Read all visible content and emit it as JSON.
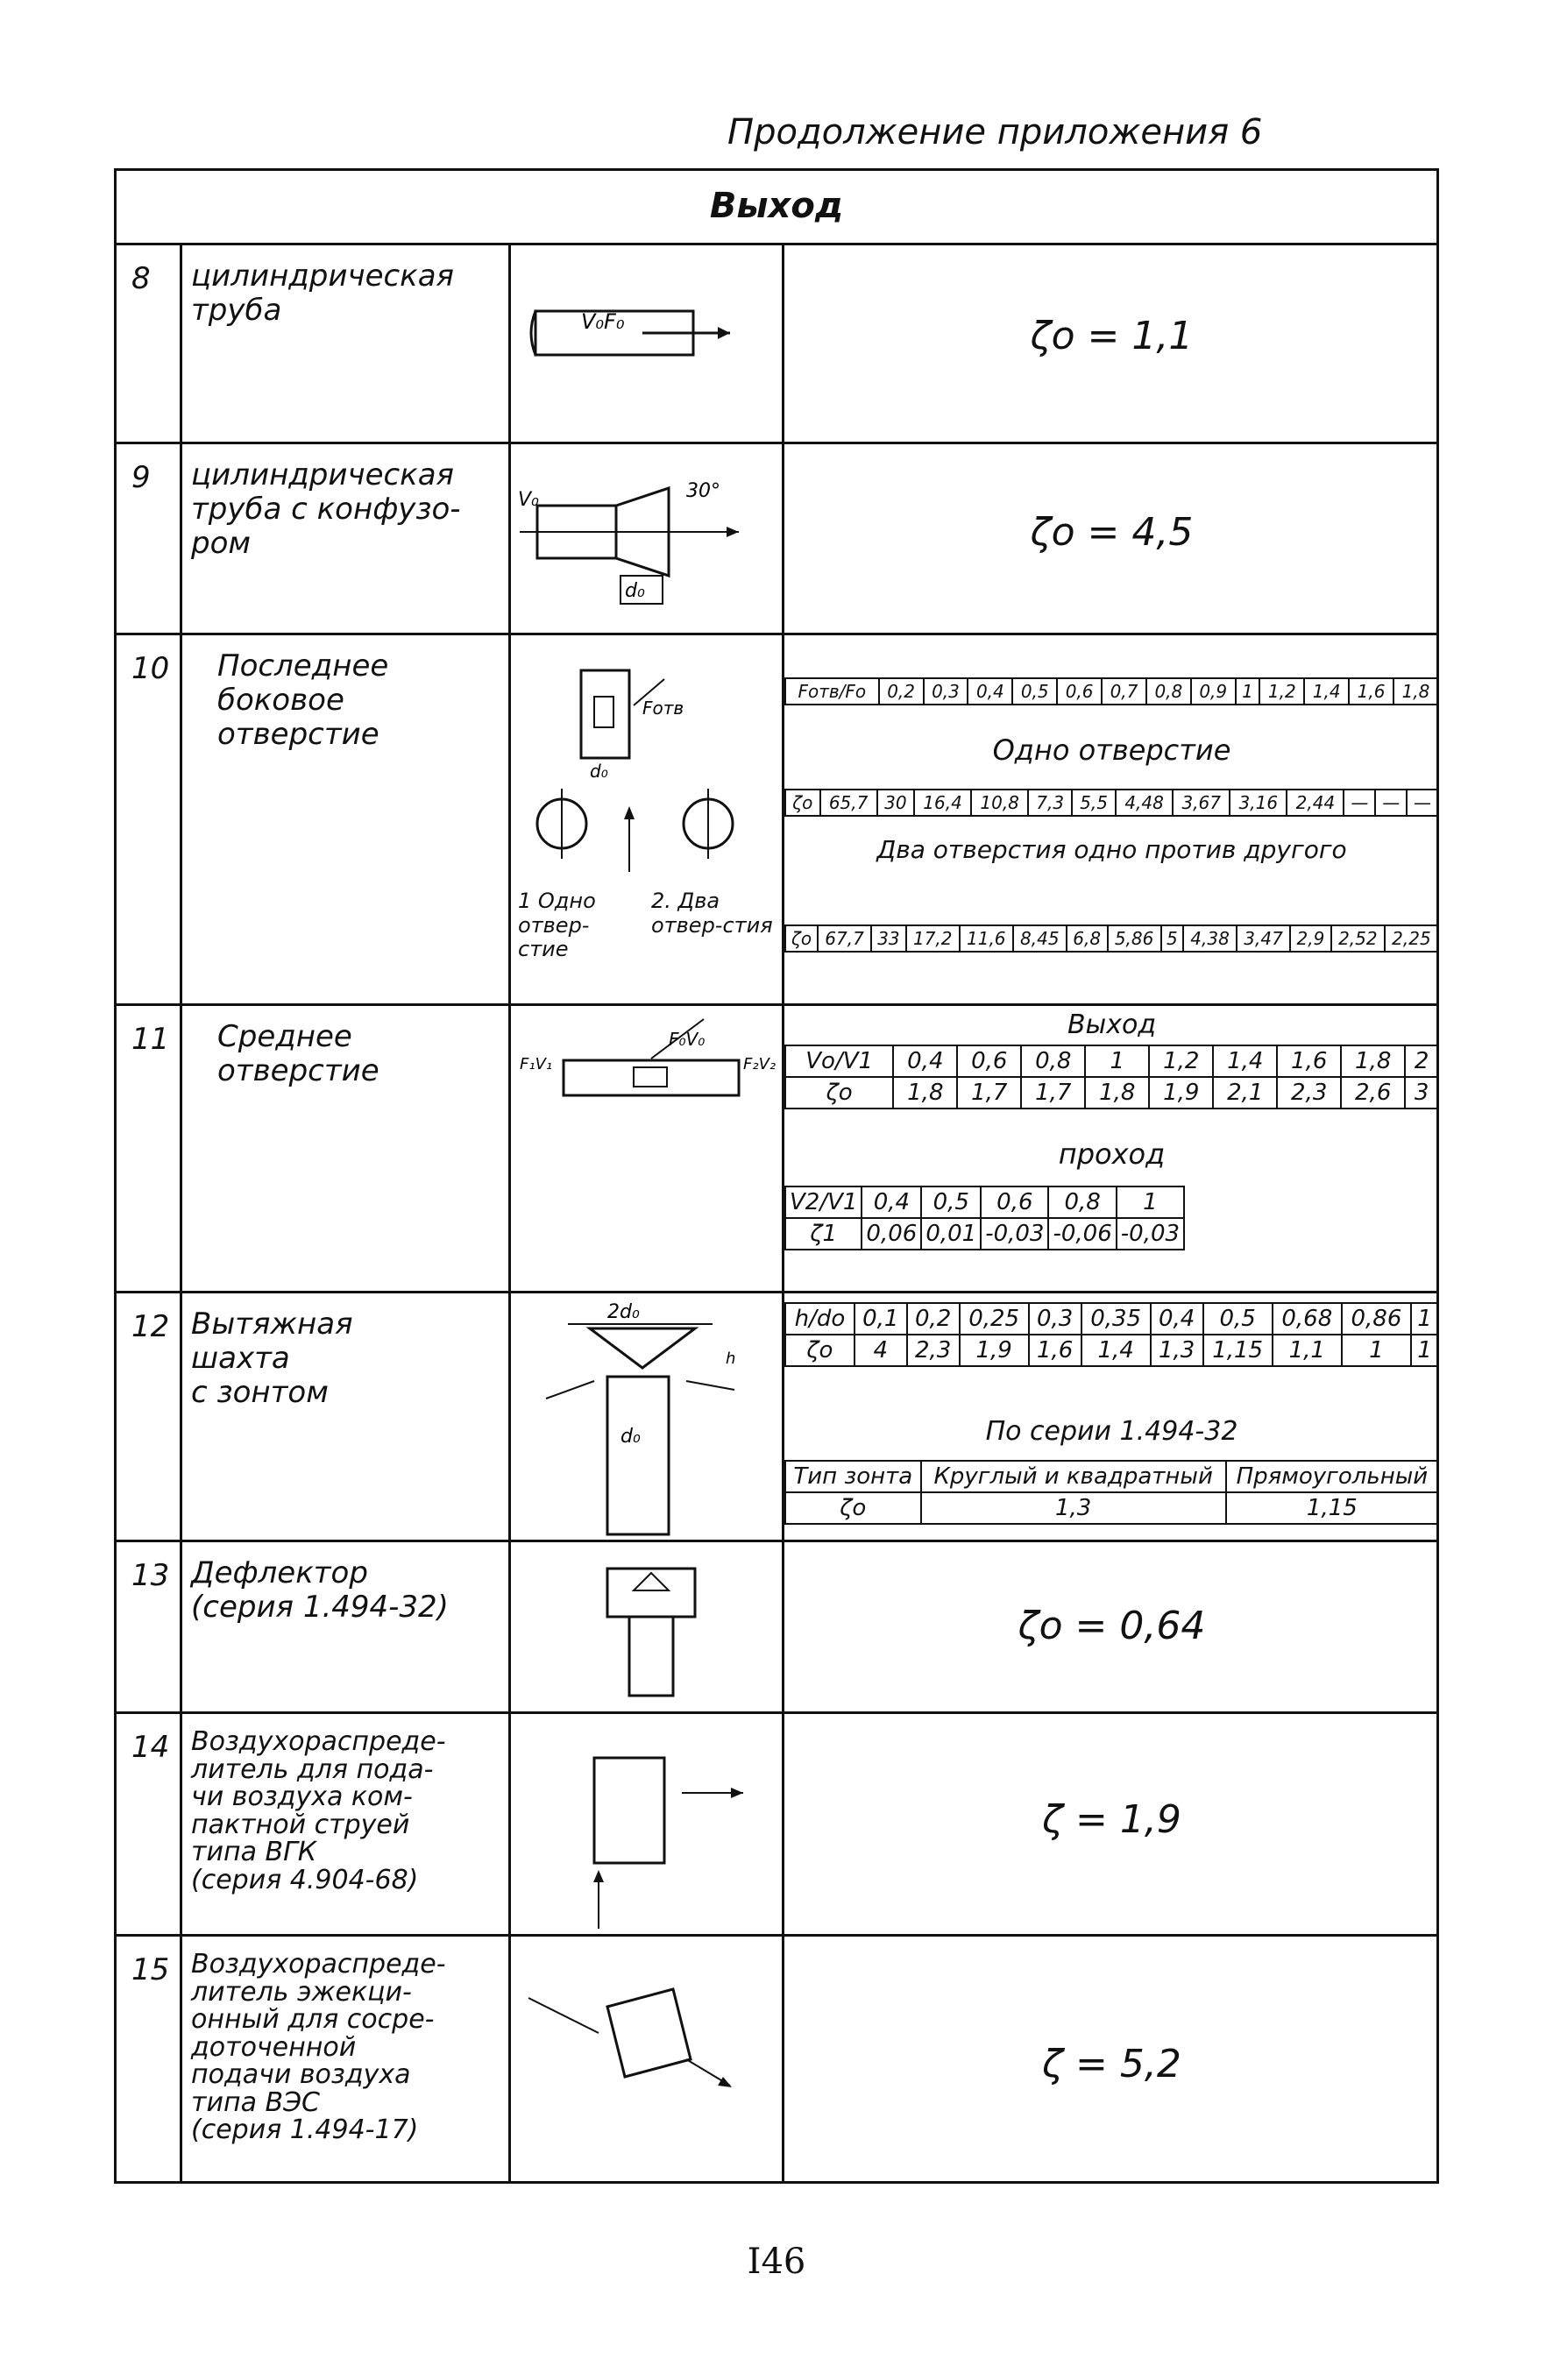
{
  "header": "Продолжение приложения 6",
  "title": "Выход",
  "page_number": "I46",
  "rows": [
    {
      "num": "8",
      "name": "цилиндрическая\n  труба",
      "coef": "ζо = 1,1"
    },
    {
      "num": "9",
      "name": "цилиндрическая\nтруба с конфузо-\n   ром",
      "coef": "ζо = 4,5"
    },
    {
      "num": "10",
      "name": "Последнее\nбоковое\nотверстие",
      "fig_labels": [
        "1 Одно отвер-стие",
        "2. Два отвер-стия"
      ],
      "hdr": [
        "Fотв/Fо",
        "0,2",
        "0,3",
        "0,4",
        "0,5",
        "0,6",
        "0,7",
        "0,8",
        "0,9",
        "1",
        "1,2",
        "1,4",
        "1,6",
        "1,8"
      ],
      "cap1": "Одно отверстие",
      "z1": [
        "ζо",
        "65,7",
        "30",
        "16,4",
        "10,8",
        "7,3",
        "5,5",
        "4,48",
        "3,67",
        "3,16",
        "2,44",
        "—",
        "—",
        "—"
      ],
      "cap2": "Два отверстия одно против другого",
      "z2": [
        "ζо",
        "67,7",
        "33",
        "17,2",
        "11,6",
        "8,45",
        "6,8",
        "5,86",
        "5",
        "4,38",
        "3,47",
        "2,9",
        "2,52",
        "2,25"
      ]
    },
    {
      "num": "11",
      "name": "Среднее\nотверстие",
      "cap1": "Выход",
      "h1": [
        "Vо/V1",
        "0,4",
        "0,6",
        "0,8",
        "1",
        "1,2",
        "1,4",
        "1,6",
        "1,8",
        "2"
      ],
      "z1": [
        "ζо",
        "1,8",
        "1,7",
        "1,7",
        "1,8",
        "1,9",
        "2,1",
        "2,3",
        "2,6",
        "3"
      ],
      "cap2": "проход",
      "h2": [
        "V2/V1",
        "0,4",
        "0,5",
        "0,6",
        "0,8",
        "1"
      ],
      "z2": [
        "ζ1",
        "0,06",
        "0,01",
        "-0,03",
        "-0,06",
        "-0,03"
      ]
    },
    {
      "num": "12",
      "name": "Вытяжная\nшахта\nс зонтом",
      "h1": [
        "h/dо",
        "0,1",
        "0,2",
        "0,25",
        "0,3",
        "0,35",
        "0,4",
        "0,5",
        "0,68",
        "0,86",
        "1"
      ],
      "z1": [
        "ζо",
        "4",
        "2,3",
        "1,9",
        "1,6",
        "1,4",
        "1,3",
        "1,15",
        "1,1",
        "1",
        "1"
      ],
      "cap": "По серии 1.494-32",
      "t2": [
        [
          "Тип зонта",
          "Круглый и квадратный",
          "Прямоугольный"
        ],
        [
          "ζо",
          "1,3",
          "1,15"
        ]
      ]
    },
    {
      "num": "13",
      "name": "Дефлектор\n(серия 1.494-32)",
      "coef": "ζо = 0,64"
    },
    {
      "num": "14",
      "name": "Воздухораспреде-\nлитель для пода-\nчи воздуха ком-\nпактной струей\nтипа ВГК\n(серия 4.904-68)",
      "coef": "ζ = 1,9"
    },
    {
      "num": "15",
      "name": "Воздухораспреде-\nлитель эжекци-\nонный для сосре-\nдоточенной\nподачи воздуха\nтипа ВЭС\n(серия 1.494-17)",
      "coef": "ζ = 5,2"
    }
  ]
}
